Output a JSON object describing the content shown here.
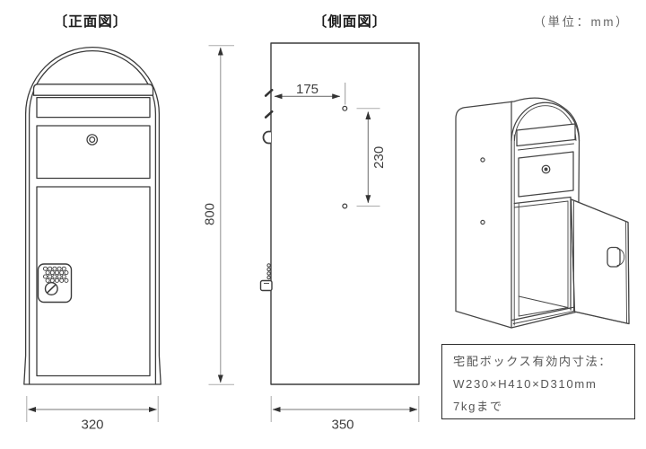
{
  "page": {
    "unit_note": "（単位：mm）"
  },
  "front_view": {
    "title": "〔正面図〕",
    "width_label": "320"
  },
  "side_view": {
    "title": "〔側面図〕",
    "width_label": "350",
    "height_label": "800",
    "hole_offset_label": "175",
    "hole_pitch_label": "230"
  },
  "spec_box": {
    "line1": "宅配ボックス有効内寸法：",
    "line2": "W230×H410×D310mm",
    "line3": "7kgまで"
  },
  "colors": {
    "outline": "#3c3c3c",
    "illustration_outline": "#454545",
    "dimension_line": "#777777",
    "extension_line": "#ababab",
    "arrowhead": "#333333",
    "dimension_text": "#3f3f3f",
    "title_text": "#1c1c1c",
    "note_text": "#666666",
    "spec_text": "#565656",
    "spec_border": "#2e2e2e",
    "background": "#ffffff"
  }
}
